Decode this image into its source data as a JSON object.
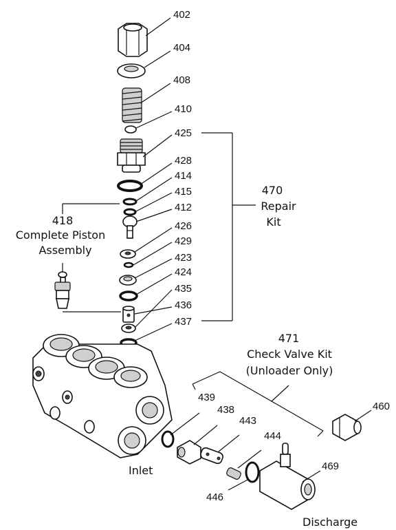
{
  "callouts": {
    "p402": "402",
    "p404": "404",
    "p408": "408",
    "p410": "410",
    "p425": "425",
    "p428": "428",
    "p414": "414",
    "p415": "415",
    "p412": "412",
    "p426": "426",
    "p429": "429",
    "p423": "423",
    "p424": "424",
    "p435": "435",
    "p436": "436",
    "p437": "437",
    "p439": "439",
    "p438": "438",
    "p443": "443",
    "p444": "444",
    "p446": "446",
    "p460": "460",
    "p469": "469"
  },
  "kits": {
    "repair_kit": {
      "number": "470",
      "line1": "Repair",
      "line2": "Kit"
    },
    "piston": {
      "number": "418",
      "line1": "Complete Piston",
      "line2": "Assembly"
    },
    "check_valve": {
      "number": "471",
      "line1": "Check Valve Kit",
      "line2": "(Unloader Only)"
    }
  },
  "ports": {
    "inlet": "Inlet",
    "discharge": "Discharge"
  }
}
